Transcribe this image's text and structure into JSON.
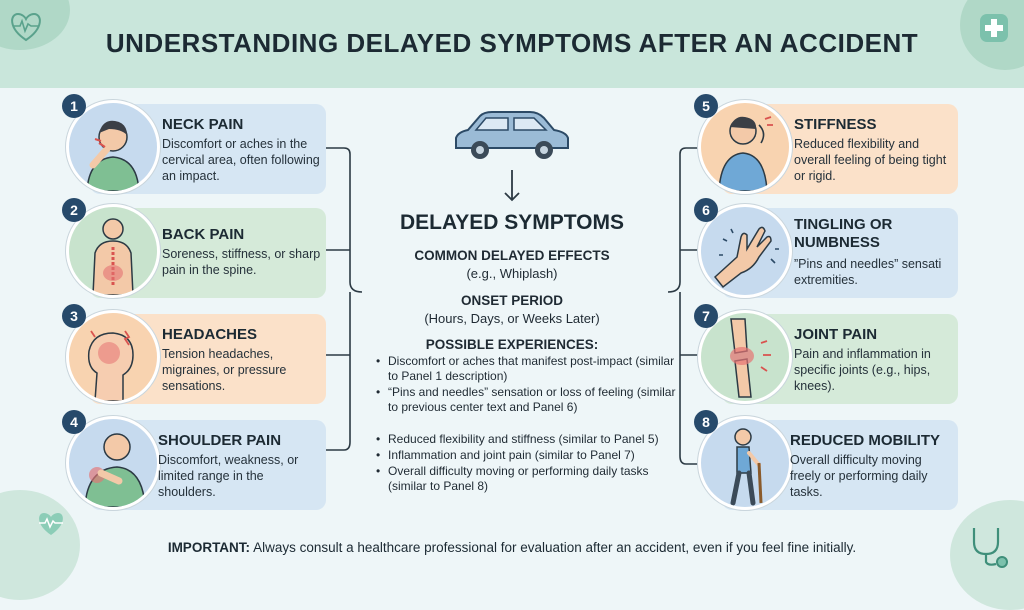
{
  "title": "UNDERSTANDING DELAYED SYMPTOMS AFTER AN ACCIDENT",
  "center": {
    "heading": "DELAYED SYMPTOMS",
    "common_label": "COMMON DELAYED EFFECTS",
    "common_value": "(e.g., Whiplash)",
    "onset_label": "ONSET PERIOD",
    "onset_value": "(Hours, Days, or Weeks Later)",
    "experiences_label": "POSSIBLE EXPERIENCES:",
    "experiences": [
      "Discomfort or aches that manifest post-impact (similar to Panel 1 description)",
      "“Pins and needles” sensation or loss of feeling (similar to previous center text and Panel 6)",
      "Reduced flexibility and stiffness (similar to Panel 5)",
      "Inflammation and joint pain (similar to Panel 7)",
      "Overall difficulty moving or performing daily tasks (similar to Panel 8)"
    ]
  },
  "panels": [
    {
      "number": "1",
      "title": "NECK PAIN",
      "description": "Discomfort or aches in the cervical area, often following an impact.",
      "icon": "neck-pain-icon"
    },
    {
      "number": "2",
      "title": "BACK PAIN",
      "description": "Soreness, stiffness, or sharp pain in the spine.",
      "icon": "back-pain-icon"
    },
    {
      "number": "3",
      "title": "HEADACHES",
      "description": "Tension headaches, migraines, or pressure sensations.",
      "icon": "headache-icon"
    },
    {
      "number": "4",
      "title": "SHOULDER PAIN",
      "description": "Discomfort, weakness, or limited range in the shoulders.",
      "icon": "shoulder-pain-icon"
    },
    {
      "number": "5",
      "title": "STIFFNESS",
      "description": "Reduced flexibility and overall feeling of being tight or rigid.",
      "icon": "stiffness-icon"
    },
    {
      "number": "6",
      "title": "TINGLING OR NUMBNESS",
      "description": "”Pins and needles” sensati extremities.",
      "icon": "tingling-hand-icon"
    },
    {
      "number": "7",
      "title": "JOINT PAIN",
      "description": "Pain and inflammation in specific joints (e.g., hips, knees).",
      "icon": "knee-joint-icon"
    },
    {
      "number": "8",
      "title": "REDUCED MOBILITY",
      "description": "Overall difficulty moving freely or performing daily tasks.",
      "icon": "walking-cane-icon"
    }
  ],
  "important": {
    "label": "IMPORTANT:",
    "text": " Always consult a healthcare professional for evaluation after an accident, even if you feel fine initially."
  },
  "colors": {
    "header": "#c9e6db",
    "blue_panel": "#d6e6f3",
    "green_panel": "#d5ead9",
    "orange_panel": "#fbe1c9",
    "badge": "#274a6b"
  }
}
